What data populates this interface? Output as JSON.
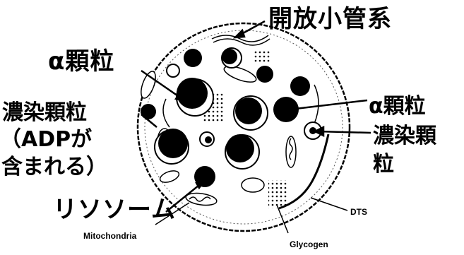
{
  "labels": {
    "open_canalicular": "開放小管系",
    "alpha_left": "α顆粒",
    "dense_left_line1": "濃染顆粒",
    "dense_left_line2": "（ADPが",
    "dense_left_line3": "含まれる）",
    "alpha_right": "α顆粒",
    "dense_right_line1": "濃染顆",
    "dense_right_line2": "粒",
    "lysosome": "リソソーム",
    "mitochondria": "Mitochondria",
    "glycogen": "Glycogen",
    "dts": "DTS"
  },
  "colors": {
    "ink": "#000000",
    "background": "#ffffff"
  }
}
